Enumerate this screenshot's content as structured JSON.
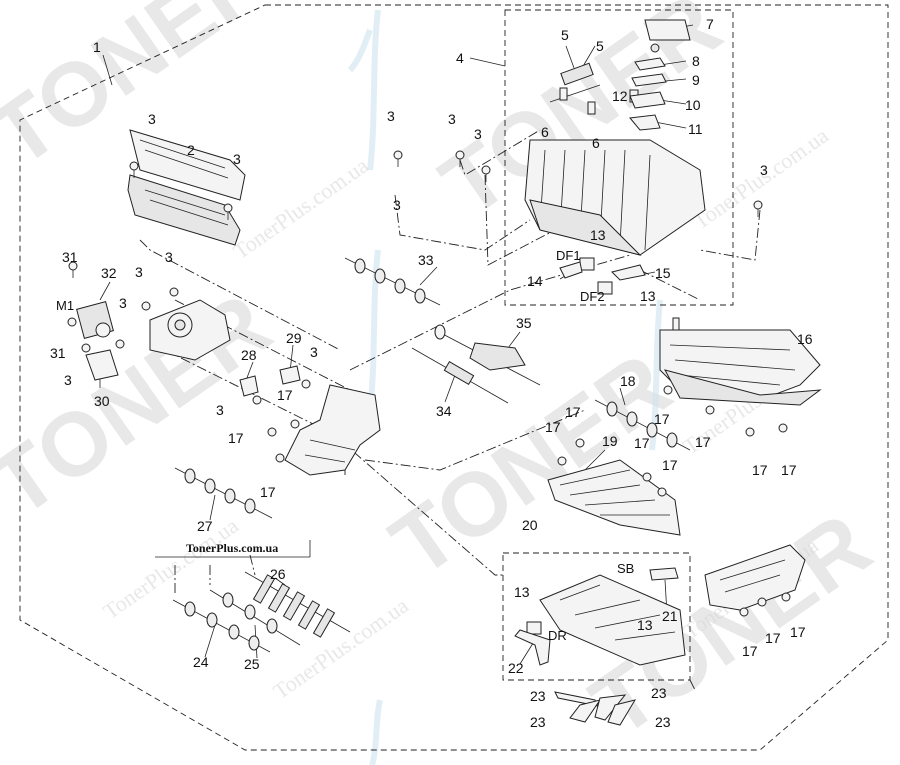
{
  "watermark": {
    "brand": "TONER",
    "url": "TonerPlus.com.ua"
  },
  "caption": "TonerPlus.com.ua",
  "callouts": [
    {
      "id": "c1",
      "text": "1"
    },
    {
      "id": "c2",
      "text": "2"
    },
    {
      "id": "c3a",
      "text": "3"
    },
    {
      "id": "c3b",
      "text": "3"
    },
    {
      "id": "c3c",
      "text": "3"
    },
    {
      "id": "c3d",
      "text": "3"
    },
    {
      "id": "c3e",
      "text": "3"
    },
    {
      "id": "c3f",
      "text": "3"
    },
    {
      "id": "c3g",
      "text": "3"
    },
    {
      "id": "c3h",
      "text": "3"
    },
    {
      "id": "c3i",
      "text": "3"
    },
    {
      "id": "c3j",
      "text": "3"
    },
    {
      "id": "c3k",
      "text": "3"
    },
    {
      "id": "c3l",
      "text": "3"
    },
    {
      "id": "c3m",
      "text": "3"
    },
    {
      "id": "c4",
      "text": "4"
    },
    {
      "id": "c5a",
      "text": "5"
    },
    {
      "id": "c5b",
      "text": "5"
    },
    {
      "id": "c6a",
      "text": "6"
    },
    {
      "id": "c6b",
      "text": "6"
    },
    {
      "id": "c7",
      "text": "7"
    },
    {
      "id": "c8",
      "text": "8"
    },
    {
      "id": "c9",
      "text": "9"
    },
    {
      "id": "c10",
      "text": "10"
    },
    {
      "id": "c11",
      "text": "11"
    },
    {
      "id": "c12",
      "text": "12"
    },
    {
      "id": "c13a",
      "text": "13"
    },
    {
      "id": "c13b",
      "text": "13"
    },
    {
      "id": "c13c",
      "text": "13"
    },
    {
      "id": "c13d",
      "text": "13"
    },
    {
      "id": "c14",
      "text": "14"
    },
    {
      "id": "c15",
      "text": "15"
    },
    {
      "id": "c16",
      "text": "16"
    },
    {
      "id": "c17a",
      "text": "17"
    },
    {
      "id": "c17b",
      "text": "17"
    },
    {
      "id": "c17c",
      "text": "17"
    },
    {
      "id": "c17d",
      "text": "17"
    },
    {
      "id": "c17e",
      "text": "17"
    },
    {
      "id": "c17f",
      "text": "17"
    },
    {
      "id": "c17g",
      "text": "17"
    },
    {
      "id": "c17h",
      "text": "17"
    },
    {
      "id": "c17i",
      "text": "17"
    },
    {
      "id": "c17j",
      "text": "17"
    },
    {
      "id": "c17k",
      "text": "17"
    },
    {
      "id": "c17l",
      "text": "17"
    },
    {
      "id": "c17m",
      "text": "17"
    },
    {
      "id": "c17n",
      "text": "17"
    },
    {
      "id": "c18",
      "text": "18"
    },
    {
      "id": "c19",
      "text": "19"
    },
    {
      "id": "c20",
      "text": "20"
    },
    {
      "id": "c21",
      "text": "21"
    },
    {
      "id": "c22",
      "text": "22"
    },
    {
      "id": "c23a",
      "text": "23"
    },
    {
      "id": "c23b",
      "text": "23"
    },
    {
      "id": "c23c",
      "text": "23"
    },
    {
      "id": "c23d",
      "text": "23"
    },
    {
      "id": "c24",
      "text": "24"
    },
    {
      "id": "c25",
      "text": "25"
    },
    {
      "id": "c26",
      "text": "26"
    },
    {
      "id": "c27",
      "text": "27"
    },
    {
      "id": "c28",
      "text": "28"
    },
    {
      "id": "c29",
      "text": "29"
    },
    {
      "id": "c30",
      "text": "30"
    },
    {
      "id": "c31a",
      "text": "31"
    },
    {
      "id": "c31b",
      "text": "31"
    },
    {
      "id": "c32",
      "text": "32"
    },
    {
      "id": "c33",
      "text": "33"
    },
    {
      "id": "c34",
      "text": "34"
    },
    {
      "id": "c35",
      "text": "35"
    }
  ],
  "sensor_labels": [
    {
      "id": "df1",
      "text": "DF1"
    },
    {
      "id": "df2",
      "text": "DF2"
    },
    {
      "id": "m1",
      "text": "M1"
    },
    {
      "id": "sb",
      "text": "SB"
    },
    {
      "id": "dr",
      "text": "DR"
    }
  ]
}
